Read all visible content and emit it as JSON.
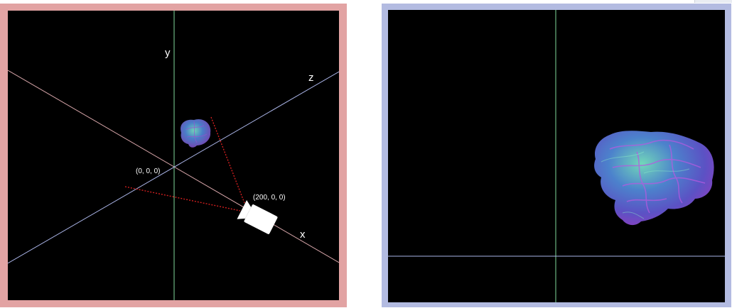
{
  "left_view": {
    "axis_labels": {
      "x": "x",
      "y": "y",
      "z": "z"
    },
    "points": {
      "origin": "(0, 0, 0)",
      "camera": "(200, 0, 0)"
    },
    "colors": {
      "frame": "#e2a3a3",
      "x_axis": "#d8a6aa",
      "y_axis": "#7fd99a",
      "z_axis": "#a9b3e6",
      "frustum": "#d01f1f"
    },
    "objects": {
      "camera": "camera-icon",
      "brain": "brain-model"
    }
  },
  "right_view": {
    "colors": {
      "frame": "#b3bbe1",
      "vertical_axis": "#7fd99a",
      "horizontal_axis": "#a9b3e6"
    },
    "objects": {
      "brain": "brain-model"
    }
  }
}
